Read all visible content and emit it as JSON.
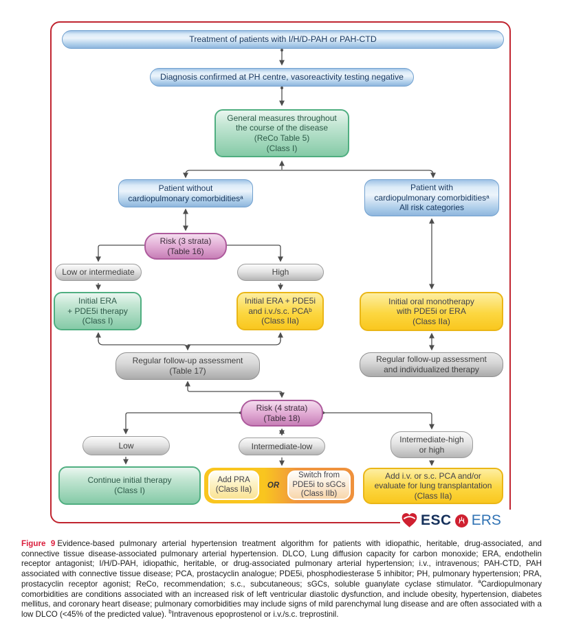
{
  "nodes": {
    "treatment": "Treatment of patients with I/H/D-PAH or PAH-CTD",
    "diagnosis": "Diagnosis confirmed at PH centre, vasoreactivity testing negative",
    "general": [
      "General measures throughout",
      "the course of the disease",
      "(ReCo Table 5)",
      "(Class I)"
    ],
    "patient_without": [
      "Patient without",
      "cardiopulmonary comorbiditiesᵃ"
    ],
    "patient_with": [
      "Patient with",
      "cardiopulmonary comorbiditiesᵃ",
      "All risk categories"
    ],
    "risk3": [
      "Risk (3 strata)",
      "(Table 16)"
    ],
    "low_or_intermediate": "Low or intermediate",
    "high": "High",
    "initial_era": [
      "Initial ERA",
      "+ PDE5i therapy",
      "(Class I)"
    ],
    "initial_era_pca": [
      "Initial ERA + PDE5i",
      "and i.v./s.c. PCAᵇ",
      "(Class IIa)"
    ],
    "initial_mono": [
      "Initial oral monotherapy",
      "with PDE5i or ERA",
      "(Class IIa)"
    ],
    "followup_17": [
      "Regular follow-up assessment",
      "(Table 17)"
    ],
    "followup_individualized": [
      "Regular follow-up assessment",
      "and individualized therapy"
    ],
    "risk4": [
      "Risk (4 strata)",
      "(Table 18)"
    ],
    "low": "Low",
    "intermediate_low": "Intermediate-low",
    "intermediate_high": [
      "Intermediate-high",
      "or high"
    ],
    "continue_initial": [
      "Continue initial therapy",
      "(Class I)"
    ],
    "add_pra": [
      "Add PRA",
      "(Class IIa)"
    ],
    "or_label": "OR",
    "switch_sgc": [
      "Switch from",
      "PDE5i to sGCs",
      "(Class IIb)"
    ],
    "add_pca": [
      "Add i.v. or s.c. PCA and/or",
      "evaluate for lung transplantation",
      "(Class IIa)"
    ]
  },
  "logos": {
    "esc": "ESC",
    "ers": "ERS"
  },
  "caption": {
    "label": "Figure 9",
    "text_1": "Evidence-based pulmonary arterial hypertension treatment algorithm for patients with idiopathic, heritable, drug-associated, and connective tissue disease-associated pulmonary arterial hypertension. DLCO, Lung diffusion capacity for carbon monoxide; ERA, endothelin receptor antagonist; I/H/D-PAH, idiopathic, heritable, or drug-associated pulmonary arterial hypertension; i.v., intravenous; PAH-CTD, PAH associated with connective tissue disease; PCA, prostacyclin analogue; PDE5i, phosphodiesterase 5 inhibitor; PH, pulmonary hypertension; PRA, prostacyclin receptor agonist; ReCo, recommendation; s.c., subcutaneous; sGCs, soluble guanylate cyclase stimulator. ",
    "sup_a": "a",
    "text_2": "Cardiopulmonary comorbidities are conditions associated with an increased risk of left ventricular diastolic dysfunction, and include obesity, hypertension, diabetes mellitus, and coronary heart disease; pulmonary comorbidities may include signs of mild parenchymal lung disease and are often associated with a low DLCO (<45% of the predicted value). ",
    "sup_b": "b",
    "text_3": "Intravenous epoprostenol or i.v./s.c. treprostinil."
  },
  "colors": {
    "frame_red": "#c0242f",
    "figure_label_red": "#da1e3c",
    "esc_navy": "#16315b",
    "ers_blue": "#3173b4",
    "blue_box": "#8fb6dd",
    "green_box": "#85caa7",
    "yellow_box": "#f9c71f",
    "pink_box": "#c77fb7",
    "orange_box": "#ef913c",
    "gray_box": "#b5b5b5"
  }
}
